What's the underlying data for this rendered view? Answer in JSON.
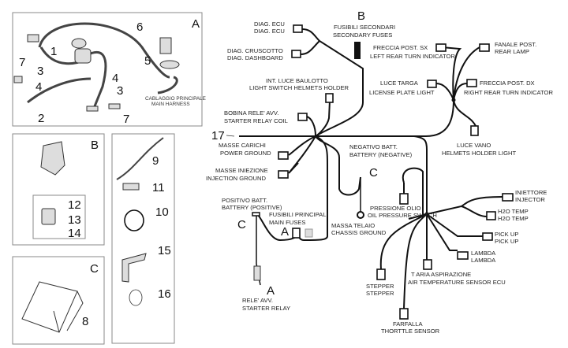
{
  "panels": {
    "A": {
      "letter": "A",
      "caption": [
        "CABLAGGIO PRINCIPALE",
        "MAIN HARNESS"
      ],
      "numbers": [
        "1",
        "2",
        "3",
        "3",
        "4",
        "4",
        "5",
        "6",
        "7",
        "7"
      ]
    },
    "B": {
      "letter": "B",
      "numbers": [
        "12",
        "13",
        "14"
      ]
    },
    "C": {
      "letter": "C",
      "numbers": [
        "8"
      ]
    },
    "D": {
      "numbers": [
        "9",
        "11",
        "10",
        "15",
        "16"
      ]
    }
  },
  "diagram": {
    "harness_number": "17",
    "markers": {
      "B": "B",
      "A1": "A",
      "A2": "A",
      "C1": "C",
      "C2": "C"
    },
    "connectors": [
      {
        "id": "diag-ecu",
        "lines": [
          "DIAG. ECU",
          "DIAG. ECU"
        ]
      },
      {
        "id": "diag-dashboard",
        "lines": [
          "DIAG. CRUSCOTTO",
          "DIAG. DASHBOARD"
        ]
      },
      {
        "id": "secondary-fuses",
        "lines": [
          "FUSIBILI SECONDARI",
          "SECONDARY FUSES"
        ]
      },
      {
        "id": "left-rear-turn",
        "lines": [
          "FRECCIA POST. SX",
          "LEFT REAR TURN INDICATOR"
        ]
      },
      {
        "id": "rear-lamp",
        "lines": [
          "FANALE POST.",
          "REAR LAMP"
        ]
      },
      {
        "id": "license-plate",
        "lines": [
          "LUCE TARGA",
          "LICENSE PLATE LIGHT"
        ]
      },
      {
        "id": "right-rear-turn",
        "lines": [
          "FRECCIA POST. DX",
          "RIGHT REAR TURN INDICATOR"
        ]
      },
      {
        "id": "helmets-light-switch",
        "lines": [
          "INT. LUCE BAULOTTO",
          "LIGHT SWITCH HELMETS HOLDER"
        ]
      },
      {
        "id": "starter-relay-coil",
        "lines": [
          "BOBINA RELE' AVV.",
          "STARTER RELAY COIL"
        ]
      },
      {
        "id": "helmets-holder-light",
        "lines": [
          "LUCE VANO",
          "HELMETS HOLDER LIGHT"
        ]
      },
      {
        "id": "power-ground",
        "lines": [
          "MASSE CARICHI",
          "POWER GROUND"
        ]
      },
      {
        "id": "injection-ground",
        "lines": [
          "MASSE INIEZIONE",
          "INJECTION GROUND"
        ]
      },
      {
        "id": "battery-negative",
        "lines": [
          "NEGATIVO BATT.",
          "BATTERY (NEGATIVE)"
        ]
      },
      {
        "id": "chassis-ground",
        "lines": [
          "MASSA TELAIO",
          "CHASSIS GROUND"
        ]
      },
      {
        "id": "oil-pressure",
        "lines": [
          "PRESSIONE OLIO",
          "OIL PRESSURE SWITCH"
        ]
      },
      {
        "id": "battery-positive",
        "lines": [
          "POSITIVO BATT.",
          "BATTERY (POSITIVE)"
        ]
      },
      {
        "id": "main-fuses",
        "lines": [
          "FUSIBILI PRINCIPALI",
          "MAIN FUSES"
        ]
      },
      {
        "id": "starter-relay",
        "lines": [
          "RELE' AVV.",
          "STARTER RELAY"
        ]
      },
      {
        "id": "injector",
        "lines": [
          "INIETTORE",
          "INJECTOR"
        ]
      },
      {
        "id": "h2o-temp",
        "lines": [
          "H2O TEMP",
          "H2O TEMP"
        ]
      },
      {
        "id": "pick-up",
        "lines": [
          "PICK UP",
          "PICK UP"
        ]
      },
      {
        "id": "lambda",
        "lines": [
          "LAMBDA",
          "LAMBDA"
        ]
      },
      {
        "id": "air-temp",
        "lines": [
          "T ARIA ASPIRAZIONE",
          "AIR TEMPERATURE SENSOR ECU"
        ]
      },
      {
        "id": "stepper",
        "lines": [
          "STEPPER",
          "STEPPER"
        ]
      },
      {
        "id": "throttle",
        "lines": [
          "FARFALLA",
          "THORTTLE SENSOR"
        ]
      }
    ]
  }
}
